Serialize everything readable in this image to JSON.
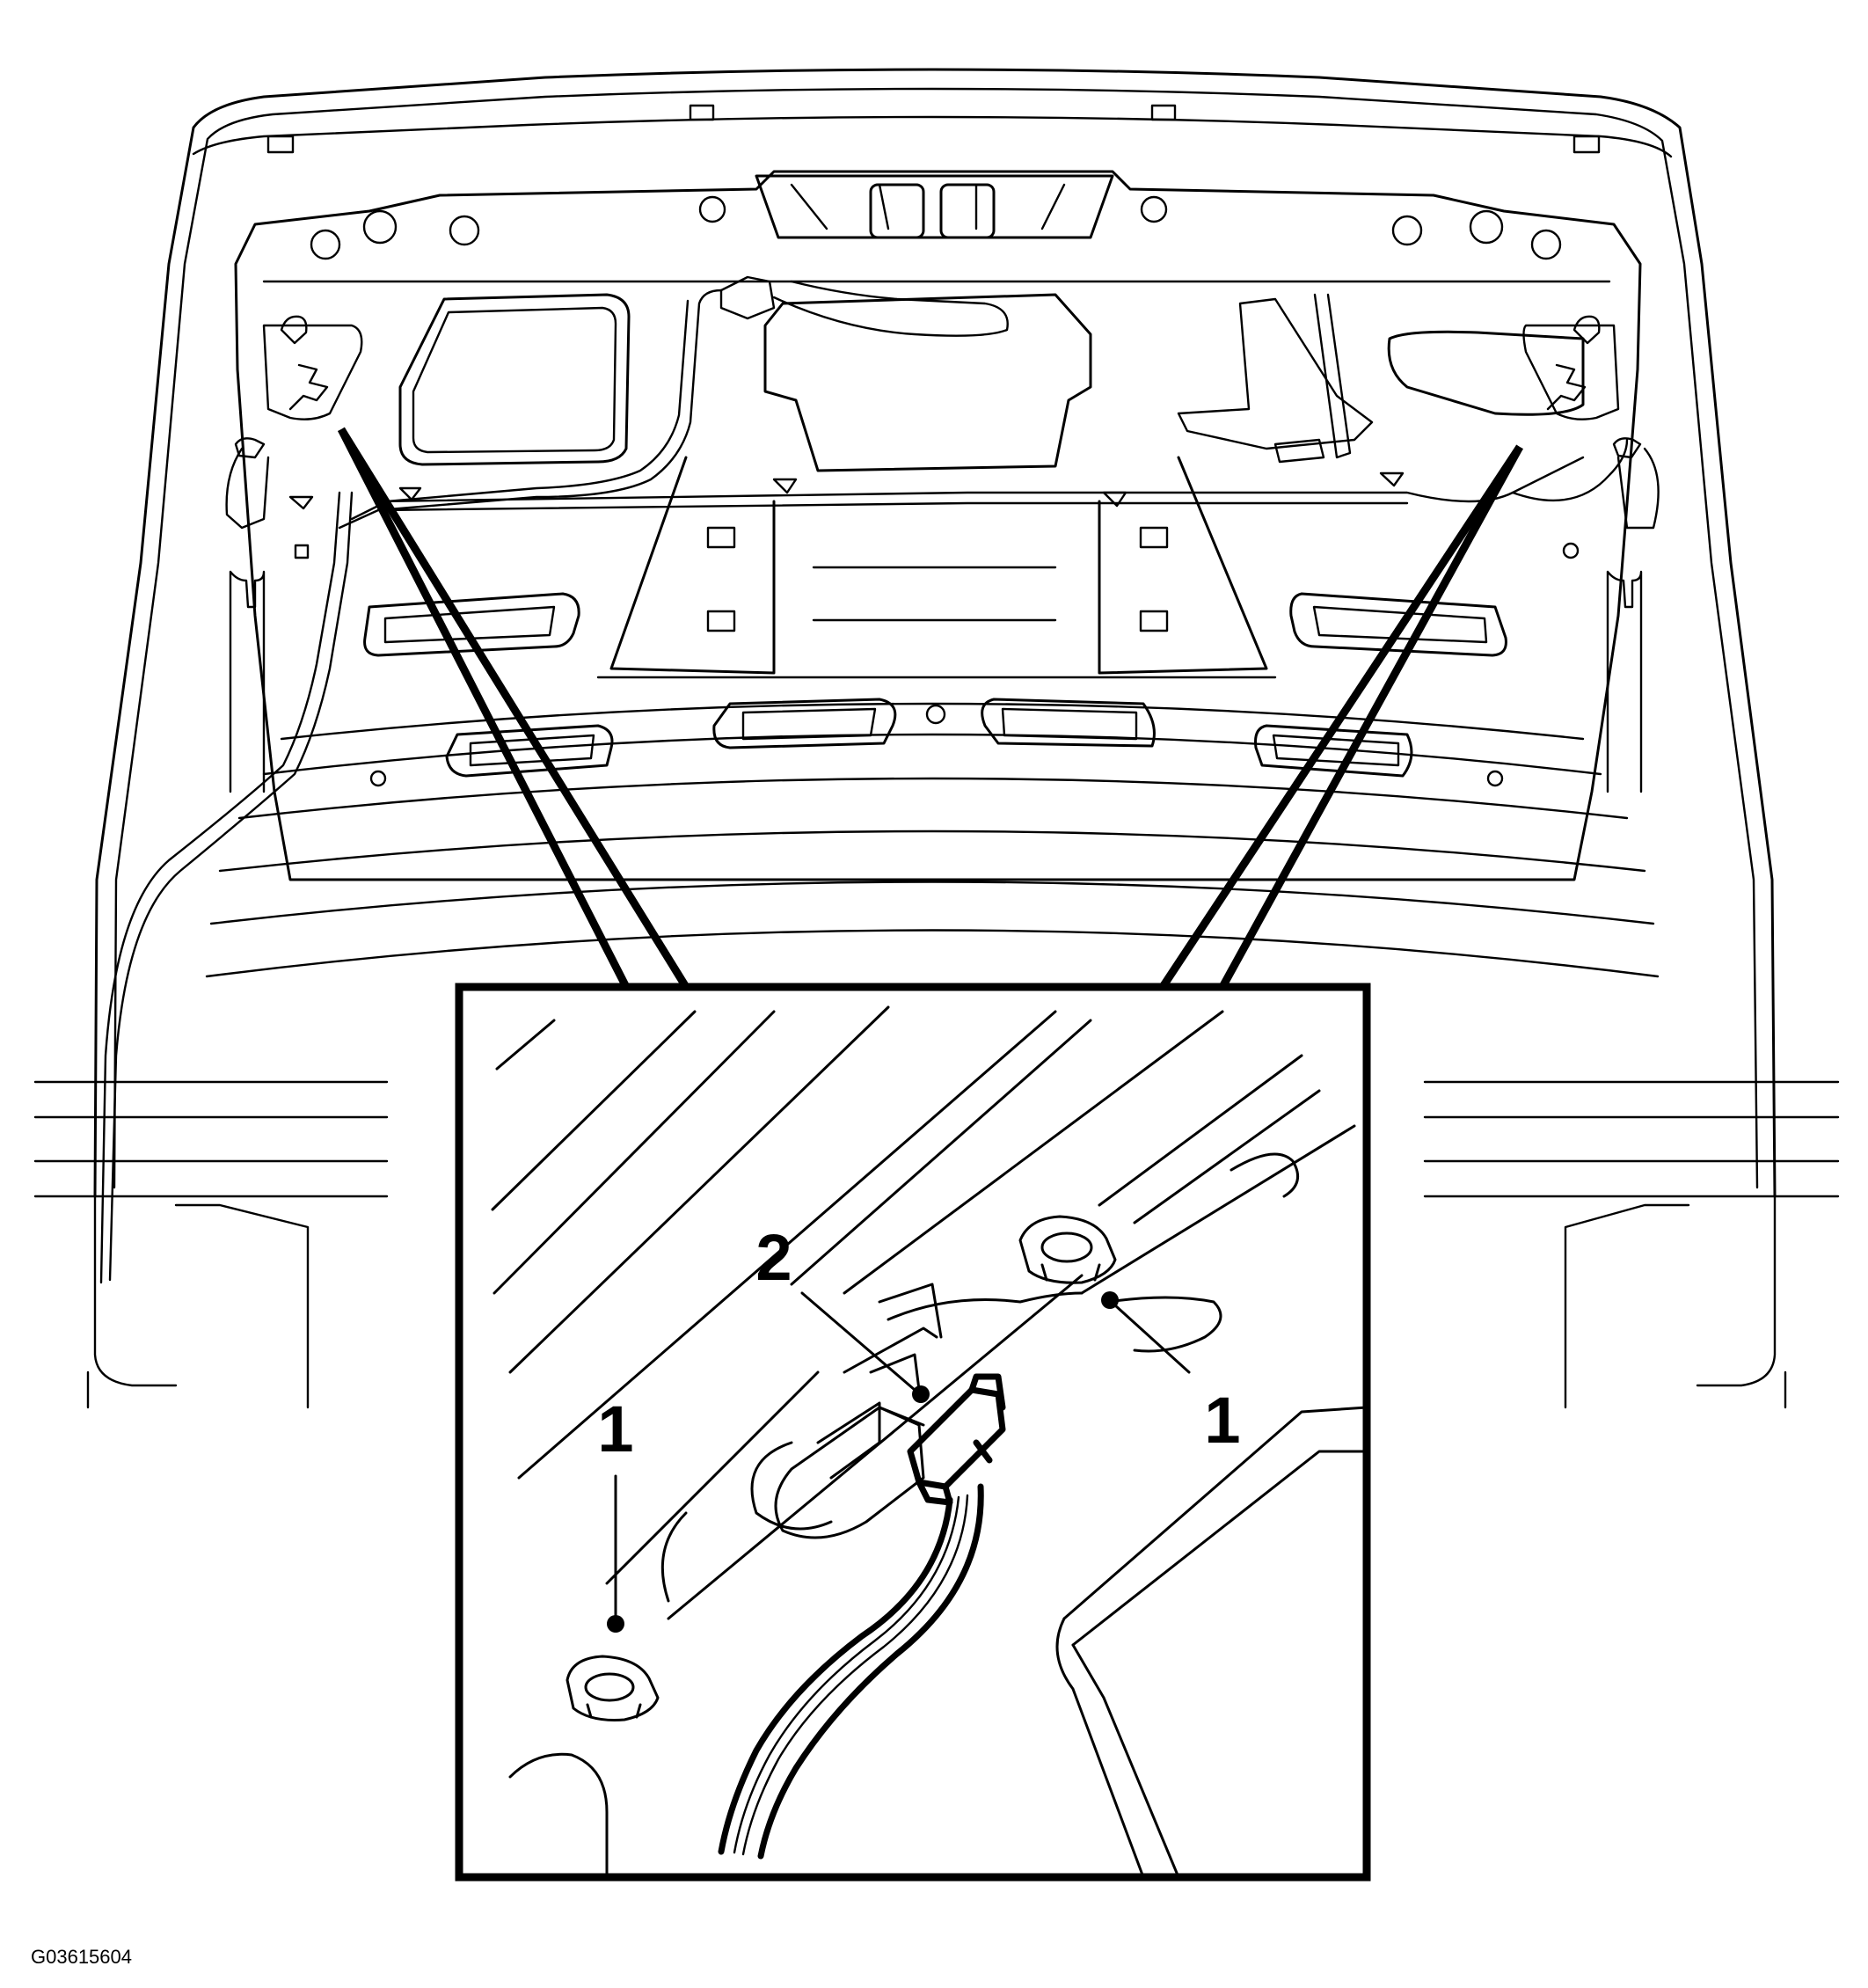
{
  "figure_id": "G03615604",
  "callouts": [
    {
      "label": "1",
      "id": "left-nut"
    },
    {
      "label": "2",
      "id": "connector"
    },
    {
      "label": "1",
      "id": "right-nut"
    }
  ]
}
